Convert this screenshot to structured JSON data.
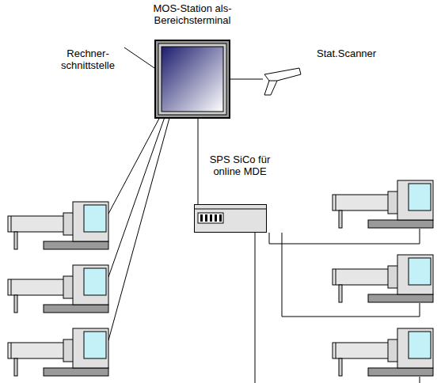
{
  "diagram": {
    "nodes": [
      {
        "text": [
          "MOS-Station als- Bereichsterminal"
        ]
      },
      {
        "text": [
          "Stat.Scanner"
        ]
      },
      {
        "text": [
          "SPS SiCo für online MDE"
        ]
      }
    ],
    "edges": [
      {
        "from": 0,
        "to": 1,
        "arrow": "none"
      },
      {
        "from": 0,
        "to": 2,
        "arrow": "none"
      }
    ],
    "labels": [
      "Rechner- schnittstelle"
    ]
  }
}
